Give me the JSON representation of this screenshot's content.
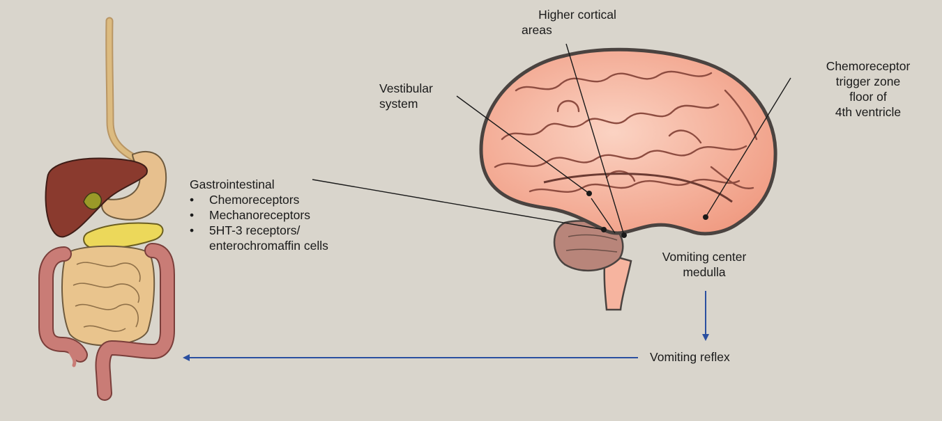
{
  "labels": {
    "higher_cortical_line1": "Higher cortical",
    "higher_cortical_line2": "areas",
    "vestibular_line1": "Vestibular",
    "vestibular_line2": "system",
    "ctz_line1": "Chemoreceptor",
    "ctz_line2": "trigger zone",
    "ctz_line3": "floor of",
    "ctz_line4": "4th ventricle",
    "gi_title": "Gastrointestinal",
    "gi_items": [
      "Chemoreceptors",
      "Mechanoreceptors",
      "5HT-3 receptors/"
    ],
    "gi_item_continuation": "enterochromaffin cells",
    "vomiting_center_line1": "Vomiting center",
    "vomiting_center_line2": "medulla",
    "vomiting_reflex": "Vomiting reflex"
  },
  "colors": {
    "background": "#d9d5cc",
    "arrow": "#2a4fa0",
    "leader_line": "#1a1a1a",
    "brain": "#f4b19c",
    "brain_outline": "#4a4340",
    "cerebellum": "#b8857a",
    "liver": "#8a3a2e",
    "stomach": "#e7c08e",
    "pancreas": "#ecd85a",
    "colon": "#c97c76",
    "small_intestine": "#e9c48d",
    "esophagus": "#d9b57a"
  },
  "icons": {
    "digestive_system": "digestive-system-illustration",
    "brain": "brain-illustration"
  }
}
